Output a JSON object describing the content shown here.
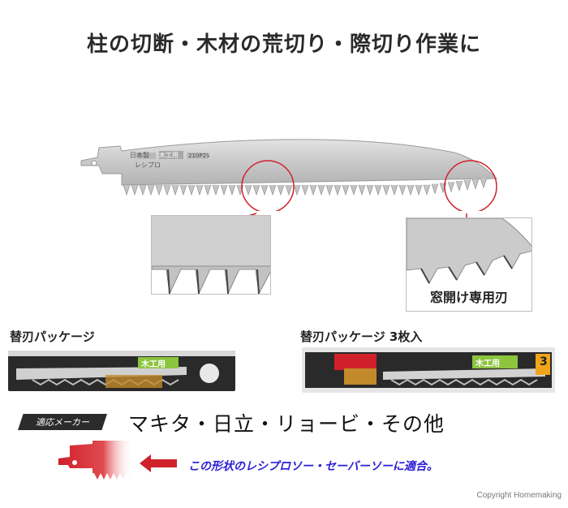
{
  "headline": "柱の切断・木材の荒切り・際切り作業に",
  "blade": {
    "brand_mark": "日本製",
    "product_label": "木工用",
    "series_label": "レシプロ",
    "model_code": "210P2S"
  },
  "zoom_right": {
    "label": "窓開け専用刃"
  },
  "packages": [
    {
      "label": "替刃パッケージ",
      "graphic_text": "木工用"
    },
    {
      "label": "替刃パッケージ 3枚入",
      "graphic_text": "木工用",
      "count_text": "3"
    }
  ],
  "compat": {
    "tag": "適応メーカー",
    "makers": "マキタ・日立・リョービ・その他",
    "note": "この形状のレシプロソー・セーバーソーに適合。"
  },
  "copyright": "Copyright Homemaking",
  "colors": {
    "accent_red": "#d0202a",
    "note_blue": "#2a1fd6",
    "package_green": "#8cc43f"
  },
  "icons": {
    "blade_shape": "blade-silhouette-icon",
    "pointer": "left-arrow-icon"
  }
}
